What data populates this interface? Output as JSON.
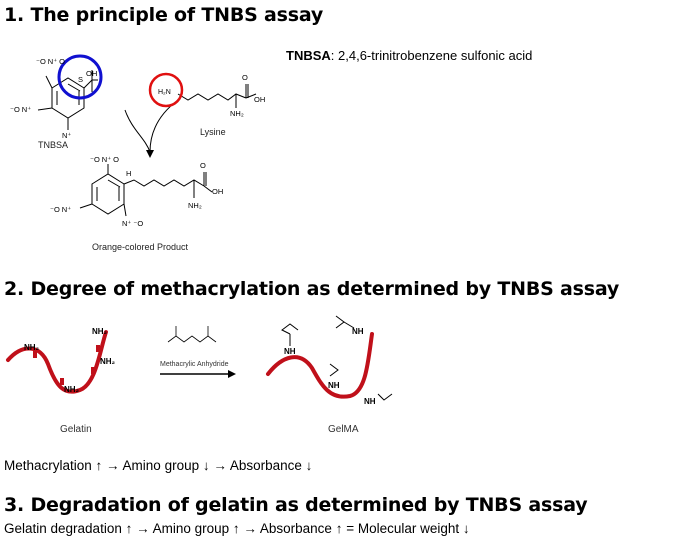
{
  "section1": {
    "heading": "1. The principle of TNBS assay",
    "note_term": "TNBSA",
    "note_def": ": 2,4,6-trinitrobenzene sulfonic acid",
    "labels": {
      "tnbsa": "TNBSA",
      "lysine": "Lysine",
      "product": "Orange-colored Product",
      "h2n": "H₂N",
      "oh": "OH",
      "nh2": "NH₂",
      "o": "O",
      "h": "H",
      "n_plus": "N⁺",
      "o_minus": "⁻O",
      "s": "S"
    },
    "colors": {
      "sulfonate_circle": "#1010d0",
      "amine_circle": "#e01010"
    }
  },
  "section2": {
    "heading": "2. Degree of methacrylation as determined by TNBS assay",
    "reagent": "Methacrylic Anhydride",
    "gelatin_label": "Gelatin",
    "gelma_label": "GelMA",
    "group_label": "NH₂",
    "nh_label": "NH",
    "summary": "Methacrylation ↑ → Amino group ↓ → Absorbance ↓",
    "colors": {
      "chain": "#c0101a"
    }
  },
  "section3": {
    "heading": "3. Degradation of gelatin as determined by TNBS assay",
    "summary": "Gelatin degradation ↑ → Amino group ↑ → Absorbance ↑ = Molecular weight ↓"
  }
}
